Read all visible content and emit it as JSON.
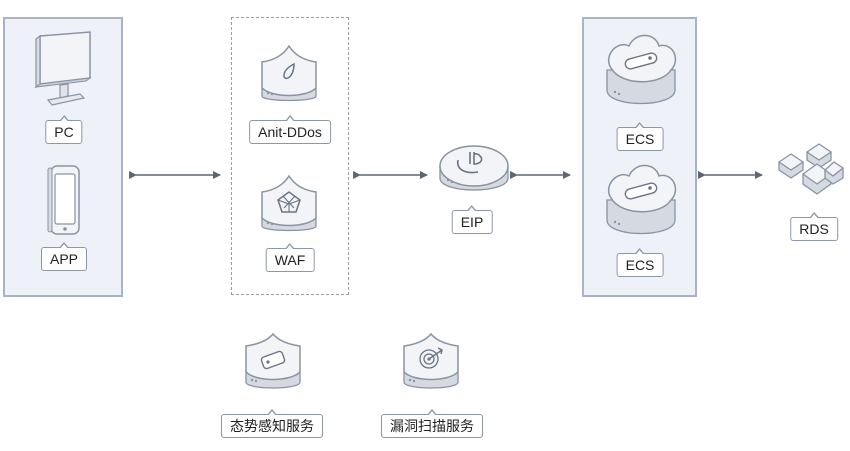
{
  "nodes": {
    "pc": "PC",
    "app": "APP",
    "anti_ddos": "Anit-DDos",
    "waf": "WAF",
    "eip": "EIP",
    "ecs_1": "ECS",
    "ecs_2": "ECS",
    "rds": "RDS",
    "situation_awareness": "态势感知服务",
    "vuln_scan": "漏洞扫描服务"
  },
  "colors": {
    "group_fill": "#eef1f8",
    "group_border": "#a9b3c5",
    "arrow": "#5d6675",
    "device_face": "#f2f4f7",
    "device_edge": "#8a93a2"
  },
  "icons": [
    "monitor-icon",
    "phone-icon",
    "shield-drop-icon",
    "shield-waf-icon",
    "ip-router-icon",
    "cloud-server-icon",
    "cloud-server-icon",
    "database-cluster-icon",
    "shield-device-icon",
    "shield-target-icon"
  ]
}
